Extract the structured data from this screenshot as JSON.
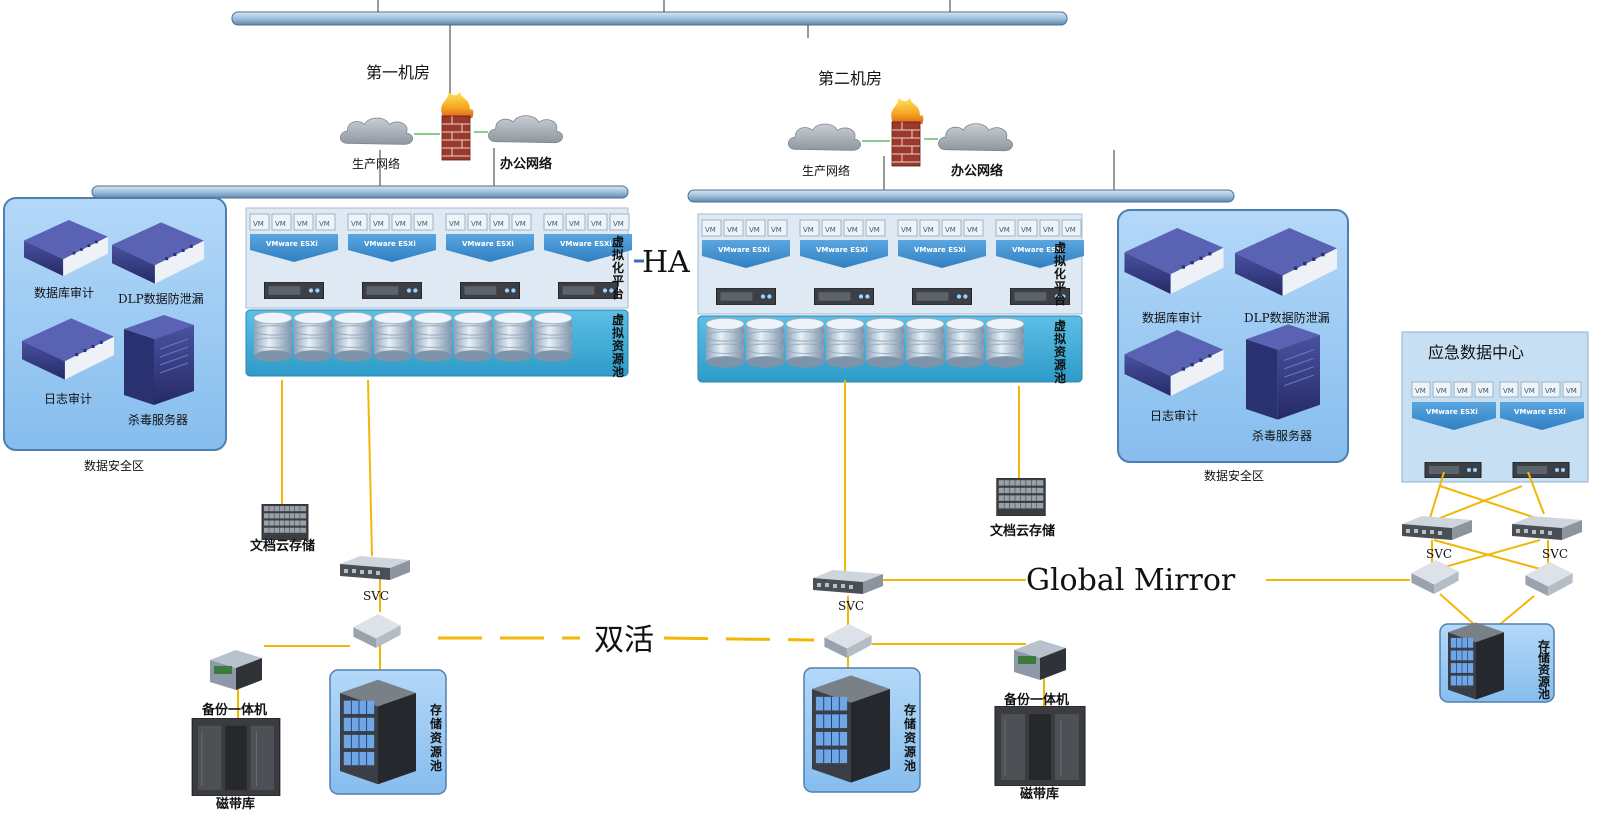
{
  "rooms": {
    "room1": "第一机房",
    "room2": "第二机房",
    "emergency": "应急数据中心"
  },
  "networks": {
    "production": "生产网络",
    "office": "办公网络"
  },
  "security_zone": {
    "title": "数据安全区",
    "db_audit": "数据库审计",
    "dlp": "DLP数据防泄漏",
    "log_audit": "日志审计",
    "antivirus": "杀毒服务器"
  },
  "virtualization": {
    "vm": "VM",
    "esxi": "VMware ESXi",
    "platform_label": "虚拟化平台",
    "pool_label": "虚拟资源池"
  },
  "storage": {
    "doc_cloud": "文档云存储",
    "svc": "SVC",
    "storage_pool": "存储资源池",
    "backup_appliance": "备份一体机",
    "tape_library": "磁带库"
  },
  "links": {
    "ha": "HA",
    "active_active": "双活",
    "global_mirror": "Global Mirror"
  },
  "colors": {
    "bus": "#a9c6e0",
    "zone_fill": "#9cc8f0",
    "esxi": "#3d8ed0",
    "link_orange": "#f2b705",
    "server_navy": "#2a3170"
  }
}
